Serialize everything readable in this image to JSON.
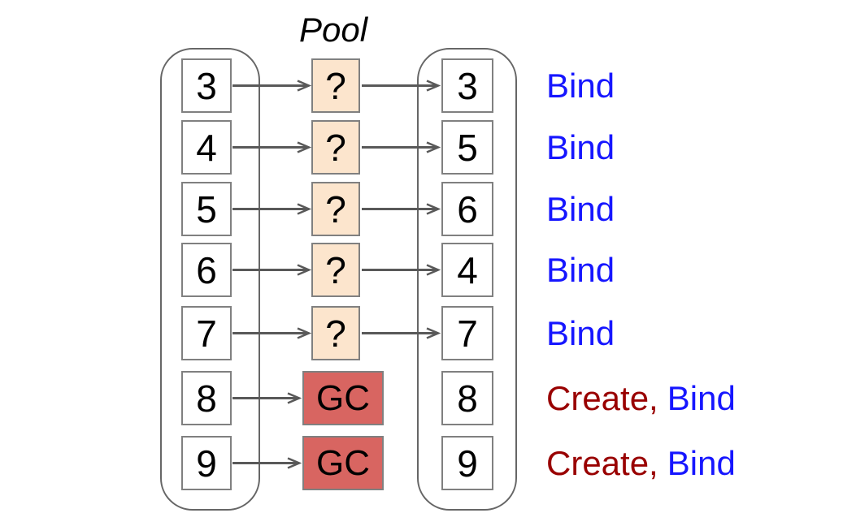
{
  "title": "Pool",
  "source_column": {
    "items": [
      "3",
      "4",
      "5",
      "6",
      "7",
      "8",
      "9"
    ]
  },
  "pool_column": {
    "question_slots": [
      "?",
      "?",
      "?",
      "?",
      "?"
    ],
    "gc_labels": [
      "GC",
      "GC"
    ]
  },
  "dest_column": {
    "items": [
      "3",
      "5",
      "6",
      "4",
      "7",
      "8",
      "9"
    ]
  },
  "action_labels": [
    {
      "bind": "Bind"
    },
    {
      "bind": "Bind"
    },
    {
      "bind": "Bind"
    },
    {
      "bind": "Bind"
    },
    {
      "bind": "Bind"
    },
    {
      "create": "Create,",
      "bind": "Bind"
    },
    {
      "create": "Create,",
      "bind": "Bind"
    }
  ],
  "colors": {
    "bind_label": "#1616ff",
    "create_label": "#990000",
    "pool_slot_fill": "#fce5cd",
    "gc_fill": "#d86561",
    "arrow": "#595959",
    "box_border": "#808080",
    "container_border": "#666666"
  }
}
